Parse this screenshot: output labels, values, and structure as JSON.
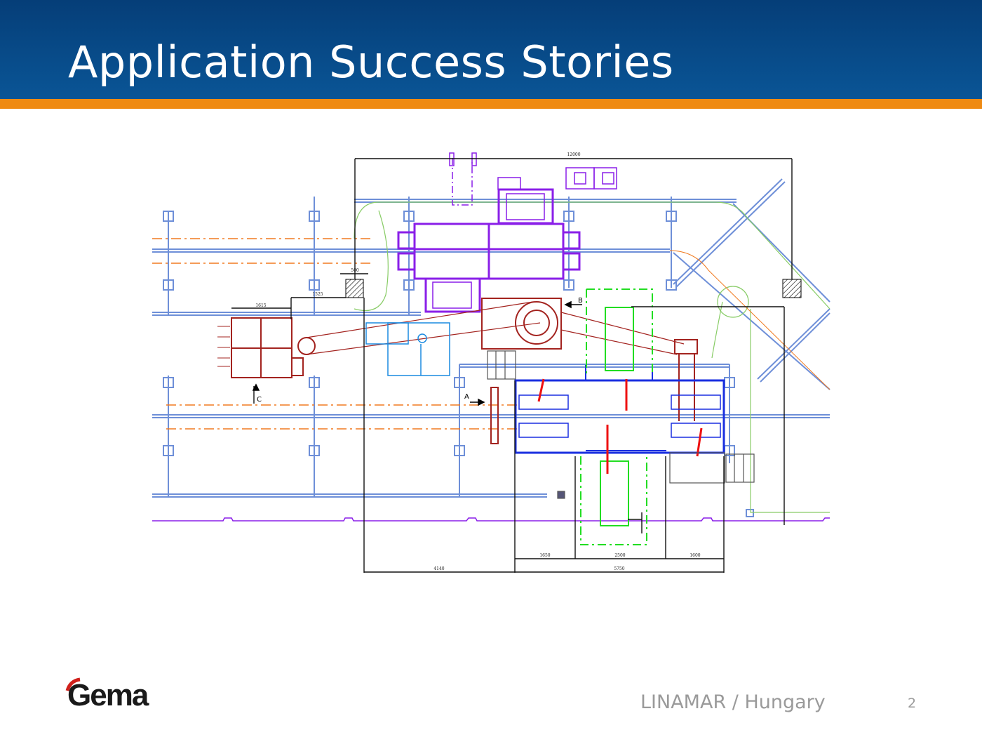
{
  "slide": {
    "title": "Application Success Stories",
    "footer": "LINAMAR / Hungary",
    "page_number": "2",
    "logo_text": "Gema"
  },
  "drawing": {
    "dimensions": {
      "overall_width": "12000",
      "d500": "500",
      "d1615": "1615",
      "d1525": "1525",
      "d1650": "1650",
      "d2500": "2500",
      "d1600": "1600",
      "d4140": "4140",
      "d5750": "5750"
    },
    "view_labels": {
      "a": "A",
      "b": "B",
      "c": "C"
    }
  },
  "colors": {
    "header_blue": "#0a4f8f",
    "accent_orange": "#ef8a12",
    "conveyor_blue": "#6e8fd8",
    "booth_purple": "#8a1fe8",
    "oven_red": "#a3231f",
    "green": "#22dd22",
    "robot_blue": "#1a2fe0"
  }
}
